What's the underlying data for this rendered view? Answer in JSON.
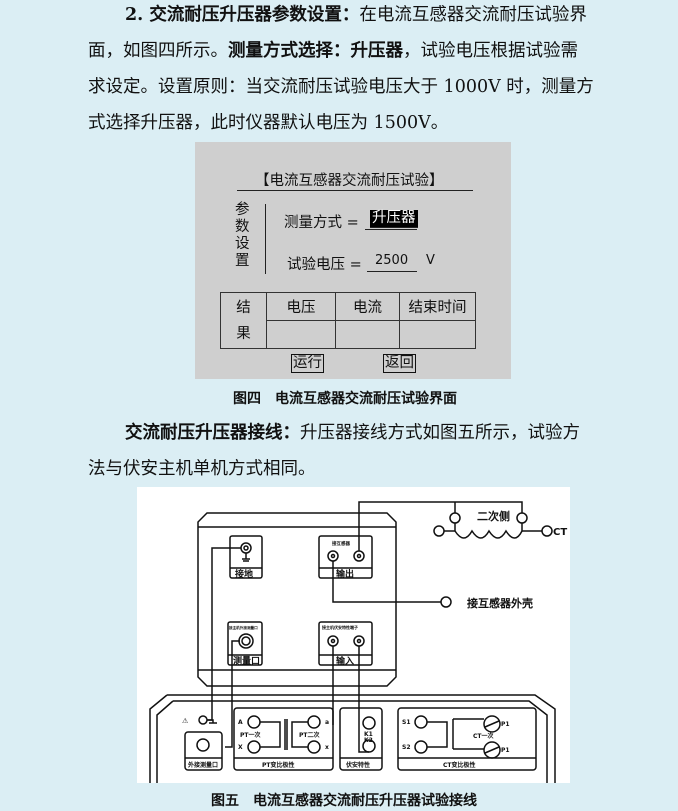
{
  "para1": {
    "l1_bold": "2. 交流耐压升压器参数设置：",
    "l1_rest": "在电流互感器交流耐压试验界",
    "l2_a": "面，如图四所示。",
    "l2_bold1": "测量方式选择：",
    "l2_bold2": "升压器",
    "l2_rest": "，试验电压根据试验需",
    "l3": "求设定。设置原则：当交流耐压试验电压大于 1000V 时，测量方",
    "l4": "式选择升压器，此时仪器默认电压为 1500V。"
  },
  "fig4": {
    "title": "【电流互感器交流耐压试验】",
    "side_label": [
      "参",
      "数",
      "设",
      "置"
    ],
    "mode_label": "测量方式 =",
    "mode_value": "升压器",
    "voltage_label": "试验电压 =",
    "voltage_value": "2500",
    "voltage_unit": "V",
    "result_label": [
      "结",
      "果"
    ],
    "columns": [
      "电压",
      "电流",
      "结束时间"
    ],
    "run_button": "运行",
    "back_button": "返回",
    "caption": "图四　电流互感器交流耐压试验界面"
  },
  "para2": {
    "l1_bold": "交流耐压升压器接线：",
    "l1_rest": "升压器接线方式如图五所示，试验方",
    "l2": "法与伏安主机单机方式相同。"
  },
  "fig5": {
    "ground": "接地",
    "output": "输出",
    "output_top": "接互感器",
    "measure": "测量口",
    "measure_top": "接主机外接测量口",
    "input": "输入",
    "input_top": "接主机伏安特性端子",
    "secondary": "二次侧",
    "ct": "CT",
    "housing": "接互感器外壳",
    "ext_measure": "外接测量口",
    "pt_group": "PT变比极性",
    "pt_primary": "PT一次",
    "pt_secondary": "PT二次",
    "A": "A",
    "X": "X",
    "a": "a",
    "x": "x",
    "va_group": "伏安特性",
    "K1": "K1",
    "K2": "K2",
    "ct_group": "CT变比极性",
    "S1": "S1",
    "S2": "S2",
    "P1": "P1",
    "P1b": "P1",
    "ct_primary": "CT一次",
    "caption": "图五　电流互感器交流耐压升压器试验接线"
  }
}
